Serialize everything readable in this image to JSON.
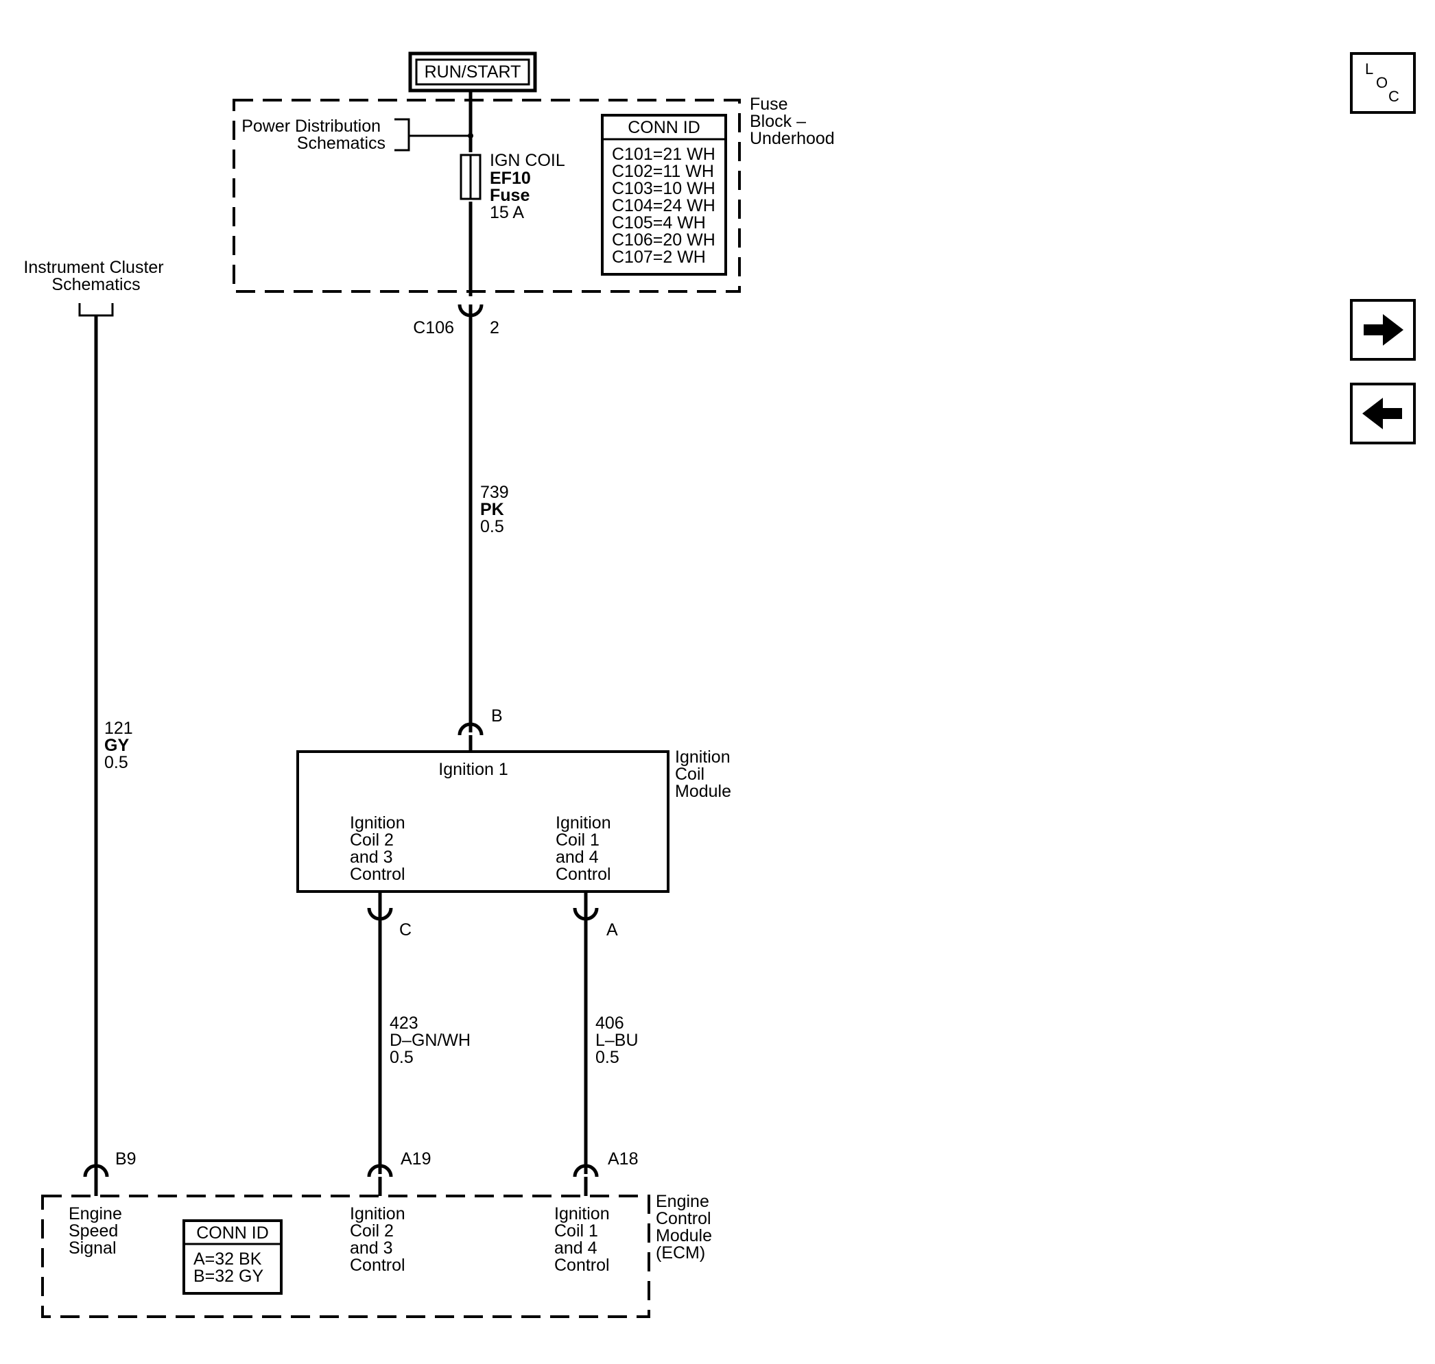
{
  "power": {
    "label": "RUN/START"
  },
  "fuse_block": {
    "name_lines": [
      "Fuse",
      "Block –",
      "Underhood"
    ],
    "power_dist_lines": [
      "Power Distribution",
      "Schematics"
    ],
    "fuse_lines": [
      "IGN COIL",
      "EF10",
      "Fuse",
      "15 A"
    ],
    "conn_id": {
      "title": "CONN ID",
      "rows": [
        "C101=21 WH",
        "C102=11 WH",
        "C103=10 WH",
        "C104=24 WH",
        "C105=4 WH",
        "C106=20 WH",
        "C107=2 WH"
      ]
    }
  },
  "c106": {
    "connector": "C106",
    "pin": "2"
  },
  "wire_739": {
    "circuit": "739",
    "color": "PK",
    "gauge": "0.5"
  },
  "instrument_cluster": {
    "lines": [
      "Instrument Cluster",
      "Schematics"
    ]
  },
  "wire_121": {
    "circuit": "121",
    "color": "GY",
    "gauge": "0.5"
  },
  "coil_module": {
    "name_lines": [
      "Ignition",
      "Coil",
      "Module"
    ],
    "pin_b": "B",
    "ignition1": "Ignition 1",
    "ctrl_23_lines": [
      "Ignition",
      "Coil 2",
      "and 3",
      "Control"
    ],
    "ctrl_14_lines": [
      "Ignition",
      "Coil 1",
      "and 4",
      "Control"
    ],
    "pin_c": "C",
    "pin_a": "A"
  },
  "wire_423": {
    "circuit": "423",
    "color": "D–GN/WH",
    "gauge": "0.5"
  },
  "wire_406": {
    "circuit": "406",
    "color": "L–BU",
    "gauge": "0.5"
  },
  "ecm": {
    "name_lines": [
      "Engine",
      "Control",
      "Module",
      "(ECM)"
    ],
    "pin_b9": "B9",
    "pin_a19": "A19",
    "pin_a18": "A18",
    "speed_lines": [
      "Engine",
      "Speed",
      "Signal"
    ],
    "ctrl_23_lines": [
      "Ignition",
      "Coil 2",
      "and 3",
      "Control"
    ],
    "ctrl_14_lines": [
      "Ignition",
      "Coil 1",
      "and 4",
      "Control"
    ],
    "conn_id": {
      "title": "CONN ID",
      "rows": [
        "A=32 BK",
        "B=32 GY"
      ]
    }
  },
  "nav": {
    "loc_letters": [
      "L",
      "O",
      "C"
    ],
    "forward_icon": "arrow-right-icon",
    "back_icon": "arrow-left-icon"
  }
}
